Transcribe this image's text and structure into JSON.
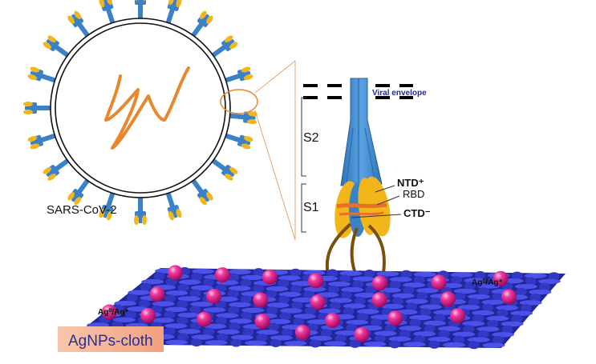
{
  "virus": {
    "name": "SARS-CoV-2"
  },
  "spike": {
    "envelope_label": "Viral envelope",
    "s2_label": "S2",
    "s1_label": "S1",
    "ntd_label": "NTD⁺",
    "rbd_label": "RBD",
    "ctd_label": "CTD⁻"
  },
  "cloth": {
    "label": "AgNPs-cloth",
    "ag_label_left": "Ag⁰/Ag⁺",
    "ag_label_right": "Ag⁰/Ag⁺"
  },
  "colors": {
    "spike_blue": "#3a82c8",
    "spike_yellow": "#f2b51a",
    "rna_orange": "#e8872e",
    "weave_blue": "#3b3fd6",
    "particle_pink": "#e8178f",
    "label_box": "#f3b696",
    "envelope_text": "#1e2a8a",
    "arrow_brown": "#7a4f0e"
  }
}
